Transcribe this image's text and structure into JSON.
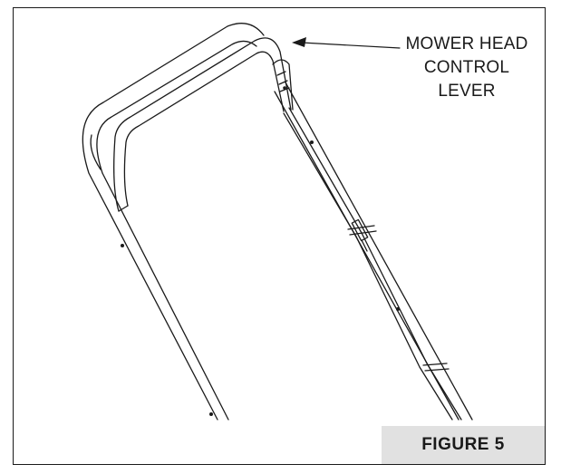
{
  "callout": {
    "line1": "MOWER HEAD",
    "line2": "CONTROL",
    "line3": "LEVER"
  },
  "figure_label": "FIGURE 5"
}
